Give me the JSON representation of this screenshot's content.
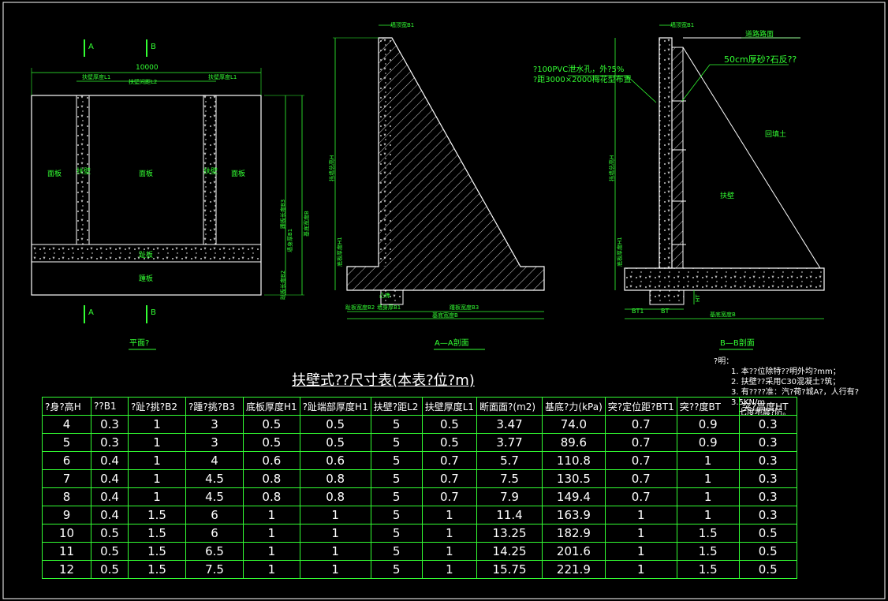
{
  "plan": {
    "marker_a_top": "A",
    "marker_b_top": "B",
    "marker_a_bottom": "A",
    "marker_b_bottom": "B",
    "dim_total": "10000",
    "dim_wall_left": "扶壁厚度L1",
    "dim_wall_spacing": "扶壁间距L2",
    "dim_wall_right": "扶壁厚度L1",
    "label_face_left": "面板",
    "label_face_mid": "面板",
    "label_face_right": "面板",
    "label_rib_left": "扶壁",
    "label_rib_right": "扶壁",
    "label_toe": "趾板",
    "label_heel": "踵板",
    "dim_right_1": "踵板长度B3",
    "dim_right_2": "基底宽度B",
    "dim_right_3": "墙身厚B1",
    "dim_right_4": "趾板长度B2",
    "title": "平面?"
  },
  "section_aa": {
    "top_dim": "墙顶宽B1",
    "left_dim": "挡墙总高H",
    "left_dim_2": "底板厚度H1",
    "bottom_dim_1": "趾板宽度B2",
    "bottom_dim_2": "墙身厚B1",
    "bottom_dim_3": "踵板宽度B3",
    "bottom_dim_total": "基底宽度B",
    "key_label": "凸榫",
    "title": "A—A剖面"
  },
  "section_bb": {
    "top_dim": "墙顶宽B1",
    "road_label": "道路路面",
    "gravel_label": "50cm厚砂?石反??",
    "pvc_label_1": "?100PVC泄水孔，外?5%",
    "pvc_label_2": "?距3000×2000梅花型布置",
    "backfill_label": "回填土",
    "rib_label": "扶壁",
    "left_dim": "挡墙总高H",
    "left_dim_2": "底板厚度H1",
    "bt1_label": "BT1",
    "bt_label": "BT",
    "ht_label": "HT",
    "bottom_dim_total": "基底宽度B",
    "title": "B—B剖面"
  },
  "table": {
    "title": "扶壁式??尺寸表(本表?位?m)",
    "headers": [
      "?身?高H",
      "??B1",
      "?趾?挑?B2",
      "?踵?挑?B3",
      "底板厚度H1",
      "?趾端部厚度H1",
      "扶壁?距L2",
      "扶壁厚度L1",
      "断面面?(m2)",
      "基底?力(kPa)",
      "突?定位距?BT1",
      "突??度BT",
      "突?高度HT"
    ],
    "rows": [
      [
        "4",
        "0.3",
        "1",
        "3",
        "0.5",
        "0.5",
        "5",
        "0.5",
        "3.47",
        "74.0",
        "0.7",
        "0.9",
        "0.3"
      ],
      [
        "5",
        "0.3",
        "1",
        "3",
        "0.5",
        "0.5",
        "5",
        "0.5",
        "3.77",
        "89.6",
        "0.7",
        "0.9",
        "0.3"
      ],
      [
        "6",
        "0.4",
        "1",
        "4",
        "0.6",
        "0.6",
        "5",
        "0.7",
        "5.7",
        "110.8",
        "0.7",
        "1",
        "0.3"
      ],
      [
        "7",
        "0.4",
        "1",
        "4.5",
        "0.8",
        "0.8",
        "5",
        "0.7",
        "7.5",
        "130.5",
        "0.7",
        "1",
        "0.3"
      ],
      [
        "8",
        "0.4",
        "1",
        "4.5",
        "0.8",
        "0.8",
        "5",
        "0.7",
        "7.9",
        "149.4",
        "0.7",
        "1",
        "0.3"
      ],
      [
        "9",
        "0.4",
        "1.5",
        "6",
        "1",
        "1",
        "5",
        "1",
        "11.4",
        "163.9",
        "1",
        "1",
        "0.3"
      ],
      [
        "10",
        "0.5",
        "1.5",
        "6",
        "1",
        "1",
        "5",
        "1",
        "13.25",
        "182.9",
        "1",
        "1.5",
        "0.5"
      ],
      [
        "11",
        "0.5",
        "1.5",
        "6.5",
        "1",
        "1",
        "5",
        "1",
        "14.25",
        "201.6",
        "1",
        "1.5",
        "0.5"
      ],
      [
        "12",
        "0.5",
        "1.5",
        "7.5",
        "1",
        "1",
        "5",
        "1",
        "15.75",
        "221.9",
        "1",
        "1.5",
        "0.5"
      ]
    ]
  },
  "notes": {
    "heading": "?明：",
    "line1": "1. 本??位除特??明外均?mm；",
    "line2": "2. 扶壁??采用C30混凝土?筑；",
    "line3": "3. 有????准：汽?荷?城A?，人行有?3.5KN/m",
    "line4": "七度地震?防。"
  },
  "colors": {
    "background": "#000000",
    "outline": "#ffffff",
    "dimension": "#33ff33",
    "text": "#ffffff"
  }
}
